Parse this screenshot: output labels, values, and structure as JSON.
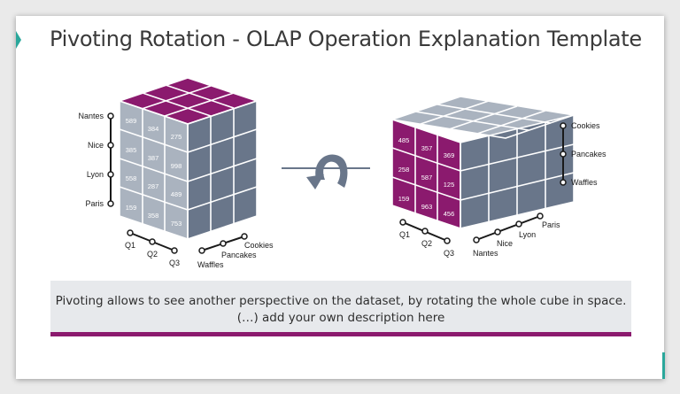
{
  "title": "Pivoting Rotation - OLAP Operation Explanation Template",
  "description": {
    "line1": "Pivoting allows to see another perspective on the dataset, by rotating the whole cube in space.",
    "line2": "(…) add your own description here"
  },
  "colors": {
    "purple": "#8b1a6e",
    "cube_gray": "#8793a3",
    "cube_dark": "#5d6979",
    "teal": "#2aa79b"
  },
  "left_cube": {
    "y_labels": [
      "Nantes",
      "Nice",
      "Lyon",
      "Paris"
    ],
    "x_labels": [
      "Q1",
      "Q2",
      "Q3"
    ],
    "z_labels": [
      "Cookies",
      "Pancakes",
      "Waffles"
    ],
    "values": {
      "row0": [
        "589",
        "384",
        "275"
      ],
      "row1": [
        "385",
        "387",
        "998"
      ],
      "row2": [
        "558",
        "287",
        "489"
      ],
      "row3": [
        "159",
        "358",
        "753"
      ]
    }
  },
  "right_cube": {
    "y_labels": [
      "Cookies",
      "Pancakes",
      "Waffles"
    ],
    "x_labels": [
      "Q1",
      "Q2",
      "Q3"
    ],
    "z_labels": [
      "Paris",
      "Lyon",
      "Nice",
      "Nantes"
    ],
    "values": {
      "row0": [
        "485",
        "357",
        "369"
      ],
      "row1": [
        "258",
        "587",
        "125"
      ],
      "row2": [
        "159",
        "963",
        "456"
      ]
    }
  },
  "rotation_icon": "rotate-arrow-icon"
}
